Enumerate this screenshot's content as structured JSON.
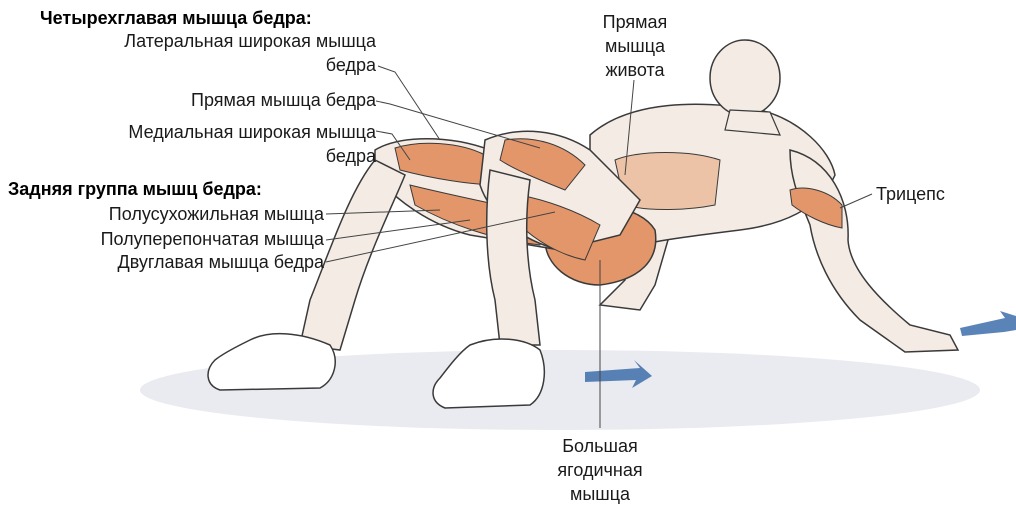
{
  "headers": {
    "quadriceps": "Четырехглавая мышца бедра:",
    "hamstrings": "Задняя группа мышц бедра:"
  },
  "labels": {
    "vastus_lateralis_1": "Латеральная широкая мышца",
    "vastus_lateralis_2": "бедра",
    "rectus_femoris": "Прямая мышца бедра",
    "vastus_medialis_1": "Медиальная широкая мышца",
    "vastus_medialis_2": "бедра",
    "semitendinosus": "Полусухожильная мышца",
    "semimembranosus": "Полуперепончатая мышца",
    "biceps_femoris": "Двуглавая мышца бедра",
    "rectus_abdominis_1": "Прямая",
    "rectus_abdominis_2": "мышца",
    "rectus_abdominis_3": "живота",
    "triceps": "Трицепс",
    "gluteus_1": "Большая",
    "gluteus_2": "ягодичная",
    "gluteus_3": "мышца"
  },
  "colors": {
    "muscle_highlight": "#e3966a",
    "skin": "#f3ebe4",
    "outline": "#3a3a3a",
    "leader_line": "#444444",
    "floor_shadow": "#c9ccd4",
    "arrow": "#3d6eaa"
  }
}
